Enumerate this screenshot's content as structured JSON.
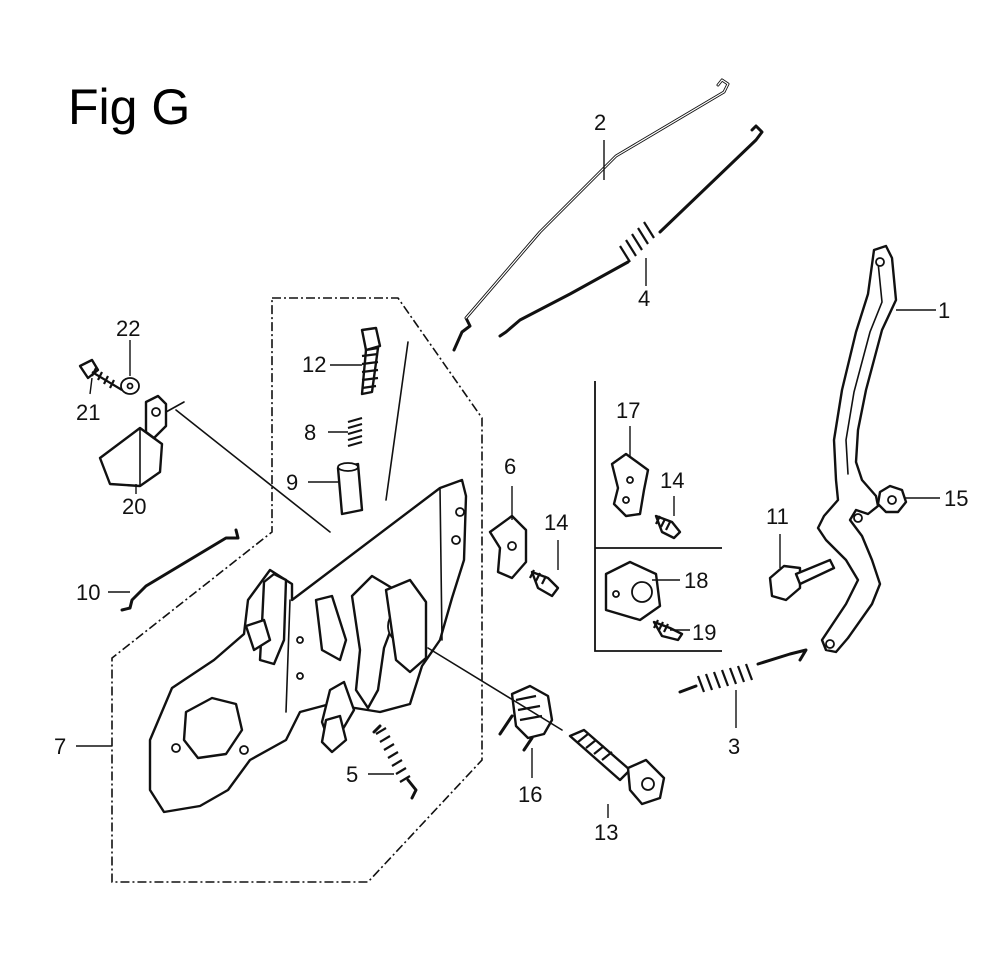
{
  "figure": {
    "title": "Fig G",
    "callouts": [
      "1",
      "2",
      "3",
      "4",
      "5",
      "6",
      "7",
      "8",
      "9",
      "10",
      "11",
      "12",
      "13",
      "14",
      "14",
      "15",
      "16",
      "17",
      "18",
      "19",
      "20",
      "21",
      "22"
    ]
  }
}
